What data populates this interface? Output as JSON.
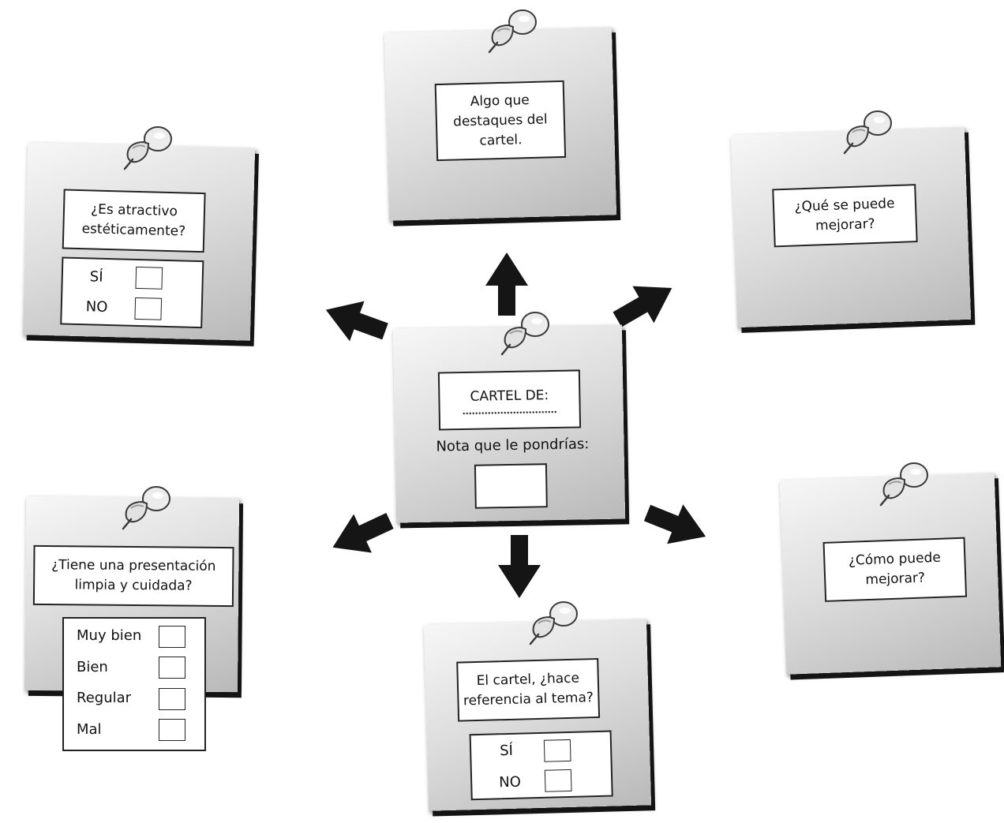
{
  "center": {
    "title": "CARTEL DE:",
    "grade_label": "Nota que le pondrías:"
  },
  "top": {
    "question": [
      "Algo que",
      "destaques del",
      "cartel."
    ]
  },
  "top_right": {
    "question": [
      "¿Qué se puede",
      "mejorar?"
    ]
  },
  "top_left": {
    "question": [
      "¿Es atractivo",
      "estéticamente?"
    ],
    "options": [
      "SÍ",
      "NO"
    ]
  },
  "bottom_left": {
    "question": [
      "¿Tiene una presentación",
      "limpia y cuidada?"
    ],
    "options": [
      "Muy bien",
      "Bien",
      "Regular",
      "Mal"
    ]
  },
  "bottom": {
    "question": [
      "El cartel, ¿hace",
      "referencia al tema?"
    ],
    "options": [
      "SÍ",
      "NO"
    ]
  },
  "bottom_right": {
    "question": [
      "¿Cómo puede",
      "mejorar?"
    ]
  },
  "icons": [
    "pushpin-icon",
    "arrow-icon"
  ],
  "colors": {
    "note_light": "#f7f7f7",
    "note_dark": "#b9b9b9",
    "arrow": "#151515",
    "outline": "#222222"
  }
}
